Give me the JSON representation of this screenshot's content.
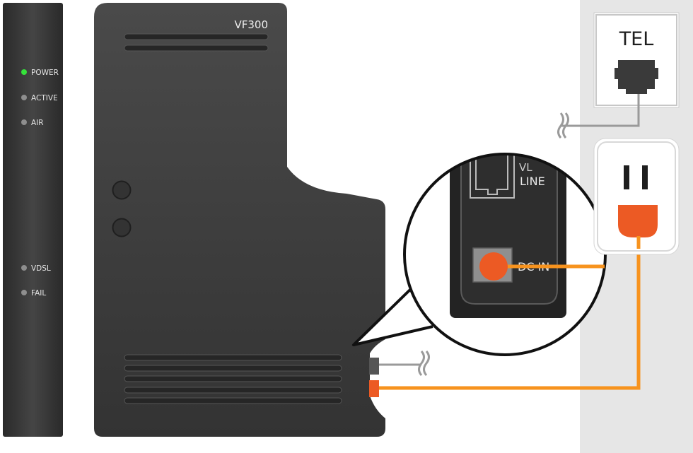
{
  "side_unit": {
    "leds": [
      {
        "label": "POWER",
        "color": "#35e23a"
      },
      {
        "label": "ACTIVE",
        "color": "#8e8e8e"
      },
      {
        "label": "AIR",
        "color": "#8e8e8e"
      },
      {
        "label": "VDSL",
        "color": "#8e8e8e"
      },
      {
        "label": "FAIL",
        "color": "#8e8e8e"
      }
    ]
  },
  "main_unit": {
    "model": "VF300"
  },
  "zoom": {
    "line_label": "LINE",
    "partial_label_above_line": "VL",
    "dc_in_label": "DC IN"
  },
  "wall": {
    "tel_label": "TEL"
  },
  "colors": {
    "device_body": "#3d3d3d",
    "device_dark": "#2b2b2b",
    "wall_panel": "#e6e6e6",
    "power_cable": "#f7931e",
    "power_plug": "#ec5a24",
    "phone_cable": "#9a9a9a"
  },
  "icons": {
    "tel_jack": "modular-jack-icon",
    "power_outlet": "power-outlet-icon",
    "cable_break": "cable-break-icon"
  }
}
